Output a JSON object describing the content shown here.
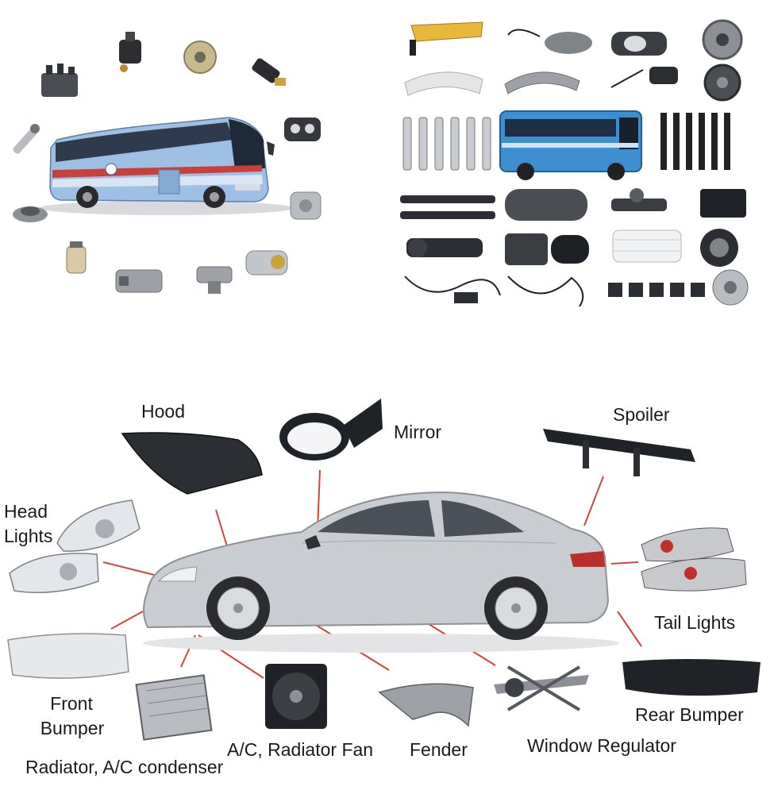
{
  "labels": {
    "hood": "Hood",
    "mirror": "Mirror",
    "spoiler": "Spoiler",
    "head_lights_1": "Head",
    "head_lights_2": "Lights",
    "tail_lights": "Tail Lights",
    "front_bumper_1": "Front",
    "front_bumper_2": "Bumper",
    "rear_bumper": "Rear Bumper",
    "radiator_condenser": "Radiator, A/C condenser",
    "radiator_fan": "A/C, Radiator Fan",
    "fender": "Fender",
    "window_regulator": "Window Regulator"
  },
  "colors": {
    "leader_line": "#d9433b",
    "car_body": "#c9ccd1",
    "bus_body": "#8fb7de",
    "bus_body_2": "#3f8fd0"
  }
}
